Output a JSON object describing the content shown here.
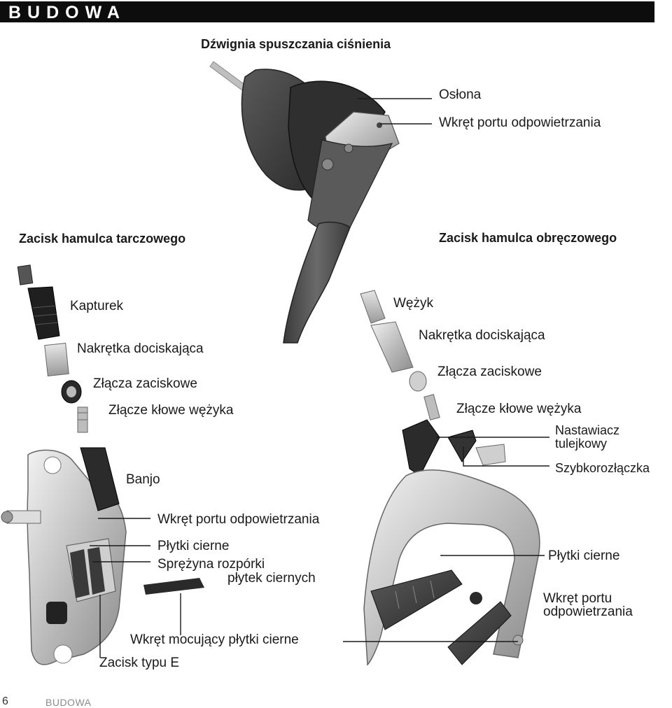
{
  "header": {
    "title": "BUDOWA"
  },
  "headings": {
    "lever": "Dźwignia spuszczania ciśnienia",
    "disc": "Zacisk hamulca tarczowego",
    "rim": "Zacisk hamulca obręczowego"
  },
  "lever_labels": {
    "cover": "Osłona",
    "bleed_screw": "Wkręt portu odpowietrzania"
  },
  "disc_labels": {
    "cap": "Kapturek",
    "compression_nut": "Nakrętka dociskająca",
    "compression_fittings": "Złącza zaciskowe",
    "hose_barb": "Złącze kłowe wężyka",
    "banjo": "Banjo",
    "bleed_screw": "Wkręt portu odpowietrzania",
    "brake_pads": "Płytki cierne",
    "spring_line1": "Sprężyna rozpórki",
    "spring_line2": "płytek ciernych",
    "pad_pin": "Wkręt mocujący płytki cierne",
    "e_type": "Zacisk typu E"
  },
  "rim_labels": {
    "hose": "Wężyk",
    "compression_nut": "Nakrętka dociskająca",
    "compression_fittings": "Złącza zaciskowe",
    "hose_barb": "Złącze kłowe wężyka",
    "barrel_line1": "Nastawiacz",
    "barrel_line2": "tulejkowy",
    "quick_release": "Szybkorozłączka",
    "brake_pads": "Płytki cierne",
    "bleed_line1": "Wkręt portu",
    "bleed_line2": "odpowietrzania"
  },
  "footer": {
    "page_number": "6",
    "section": "BUDOWA"
  }
}
